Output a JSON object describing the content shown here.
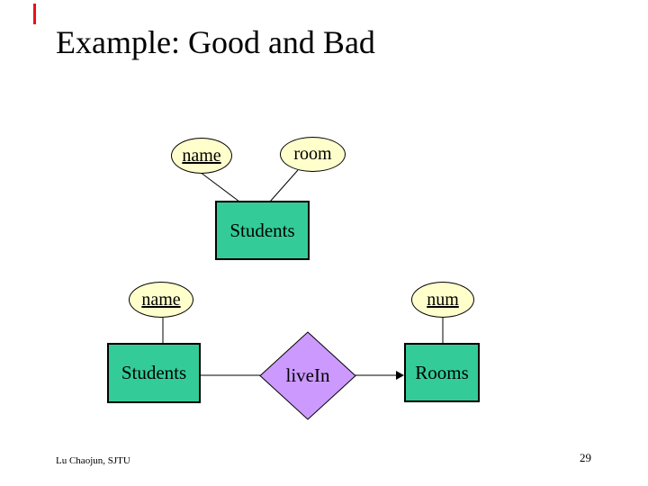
{
  "slide": {
    "title": "Example: Good and Bad",
    "footer": "Lu Chaojun, SJTU",
    "page_number": "29"
  },
  "colors": {
    "attribute-fill": "#FFFFCC",
    "entity-fill": "#33CC99",
    "relationship-fill": "#CC99FF",
    "border": "#000000",
    "text": "#000000",
    "artifact-red": "#E8111B"
  },
  "top_diagram": {
    "attributes": [
      {
        "label": "name",
        "key": true
      },
      {
        "label": "room",
        "key": false
      }
    ],
    "entity": "Students"
  },
  "bottom_diagram": {
    "left_attribute": {
      "label": "name",
      "key": true
    },
    "left_entity": "Students",
    "relationship": "liveIn",
    "right_entity": "Rooms",
    "right_attribute": {
      "label": "num",
      "key": true
    }
  }
}
